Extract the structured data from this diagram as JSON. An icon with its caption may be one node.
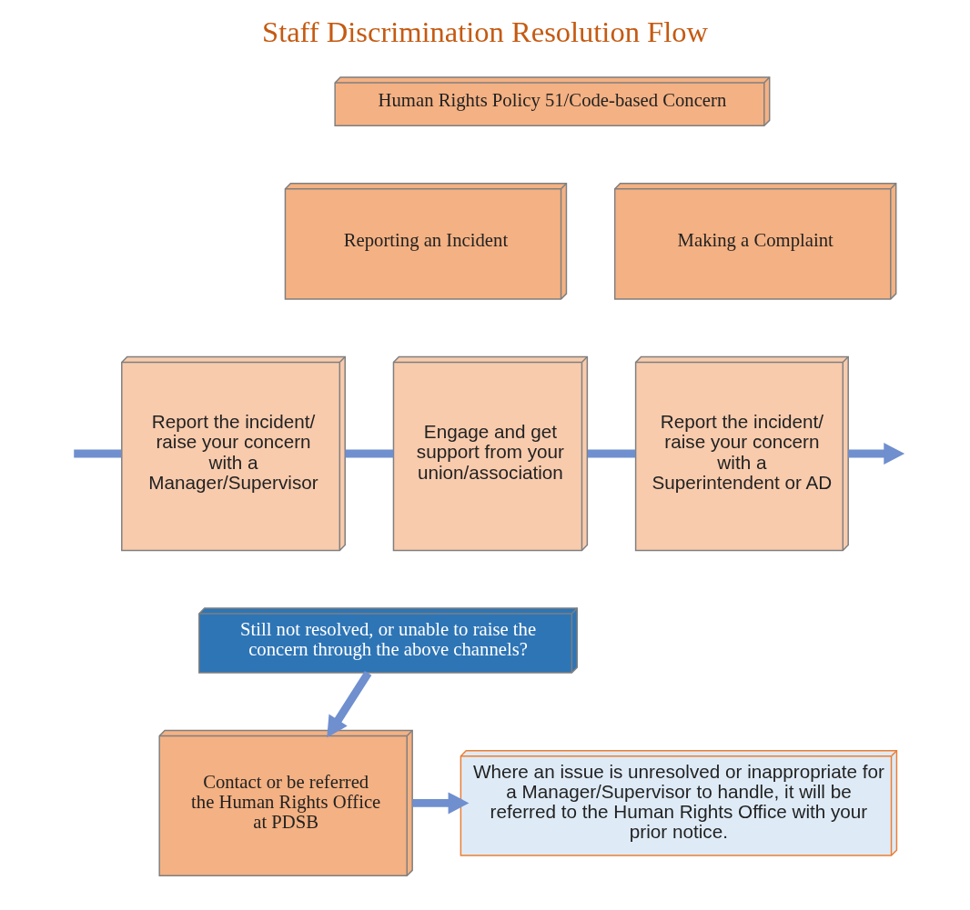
{
  "diagram": {
    "title": "Staff Discrimination Resolution Flow",
    "nodes": [
      {
        "text": [
          "Human Rights Policy 51/Code-based Concern"
        ]
      },
      {
        "text": [
          "Reporting an Incident"
        ]
      },
      {
        "text": [
          "Making a Complaint"
        ]
      },
      {
        "text": [
          "Report the incident/ raise your concern with a Manager/Supervisor"
        ]
      },
      {
        "text": [
          "Engage and get support from your union/association"
        ]
      },
      {
        "text": [
          "Report the incident/ raise your concern with a Superintendent or AD"
        ]
      },
      {
        "text": [
          "Still not resolved, or unable to raise the concern through the above channels?"
        ]
      },
      {
        "text": [
          "Contact or be referred the Human Rights Office at PDSB"
        ]
      },
      {
        "text": [
          "Where an issue is unresolved or inappropriate for a Manager/Supervisor to handle, it will be referred to the Human Rights Office with your prior notice."
        ]
      }
    ],
    "edges": [
      {
        "from": null,
        "to": 3,
        "arrow": "none"
      },
      {
        "from": 3,
        "to": 4,
        "arrow": "none"
      },
      {
        "from": 4,
        "to": 5,
        "arrow": "none"
      },
      {
        "from": 5,
        "to": null,
        "arrow": "to"
      },
      {
        "from": 6,
        "to": 7,
        "arrow": "to"
      },
      {
        "from": 7,
        "to": 8,
        "arrow": "to"
      }
    ]
  }
}
